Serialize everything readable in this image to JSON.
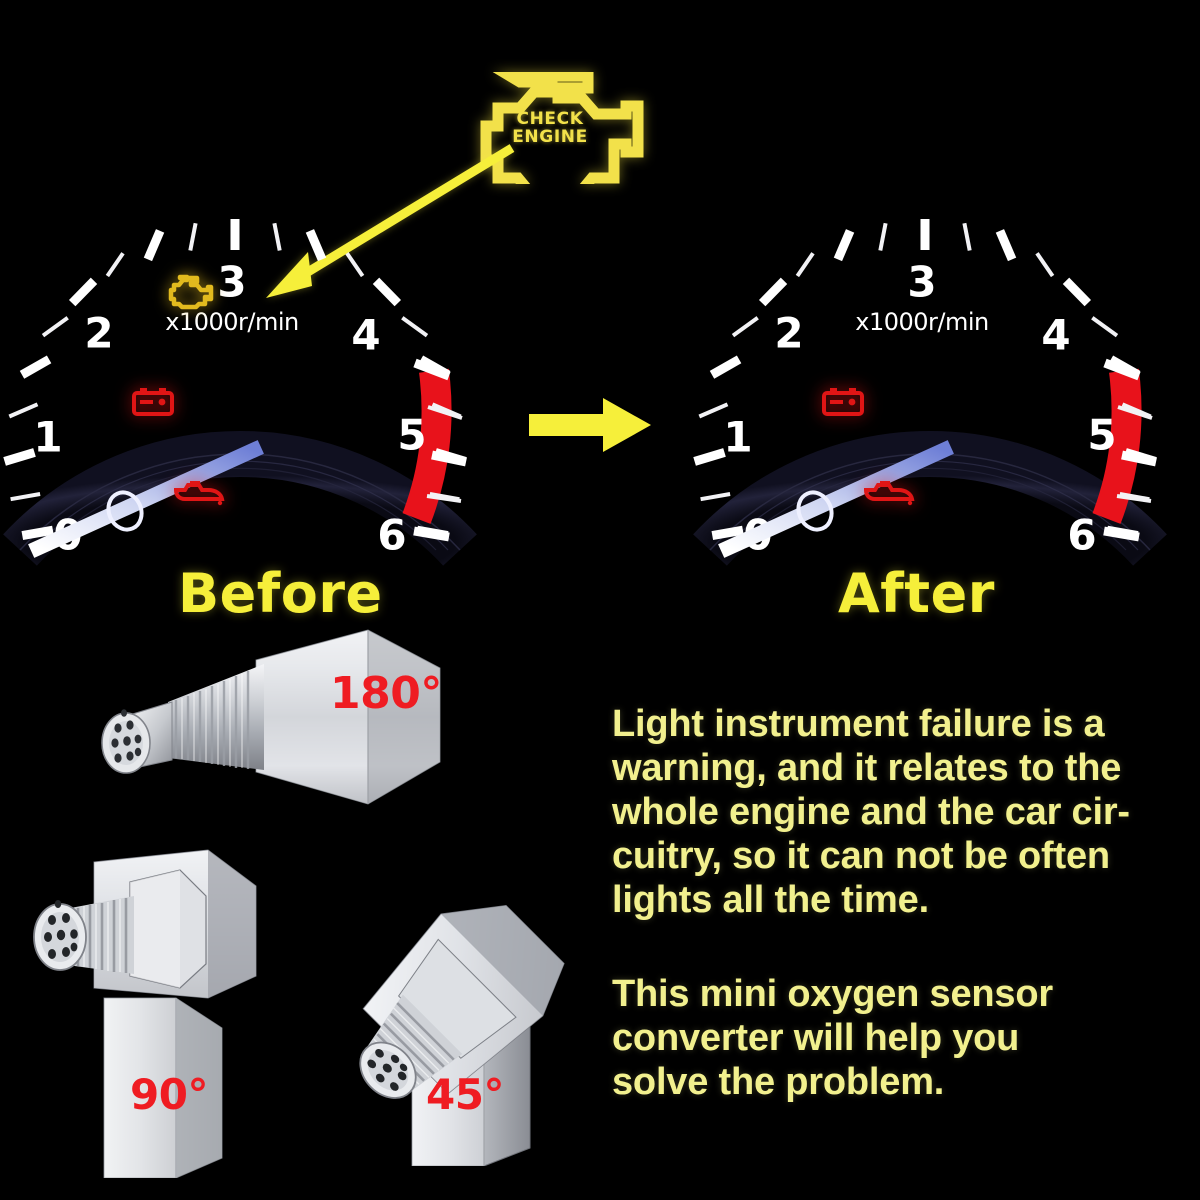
{
  "background_color": "#000000",
  "palette": {
    "yellow_bright": "#f6ef3a",
    "yellow_pale": "#f2f08e",
    "check_engine_yellow": "#f2e14a",
    "telltale_amber": "#e2ba1e",
    "telltale_red": "#e01515",
    "redline_red": "#e8121b",
    "degree_red": "#ef1c22",
    "tick_white": "#ffffff",
    "needle_white": "#ffffff",
    "needle_blue": "#6e7fd6"
  },
  "check_engine_badge": {
    "icon": "check-engine-icon",
    "line1": "CHECK",
    "line2": "ENGINE"
  },
  "arrows": {
    "diagonal": {
      "name": "pointer-arrow-to-telltale",
      "color": "#f6ef3a",
      "direction": "down-left"
    },
    "horizontal": {
      "name": "before-after-arrow",
      "color": "#f6ef3a",
      "direction": "right"
    }
  },
  "gauges": [
    {
      "id": "before",
      "caption": "Before",
      "unit_label": "x1000r/min",
      "tick_labels": [
        "0",
        "1",
        "2",
        "3",
        "4",
        "5",
        "6"
      ],
      "needle_value": 0,
      "redline_start": 5,
      "redline_end": 6.4,
      "telltales": [
        {
          "name": "check-engine-telltale",
          "label": "check engine",
          "color": "#e2ba1e",
          "lit": true
        },
        {
          "name": "battery-telltale",
          "label": "battery",
          "color": "#e01515",
          "lit": true
        },
        {
          "name": "oil-pressure-telltale",
          "label": "oil pressure",
          "color": "#e01515",
          "lit": true
        }
      ]
    },
    {
      "id": "after",
      "caption": "After",
      "unit_label": "x1000r/min",
      "tick_labels": [
        "0",
        "1",
        "2",
        "3",
        "4",
        "5",
        "6"
      ],
      "needle_value": 0,
      "redline_start": 5,
      "redline_end": 6.4,
      "telltales": [
        {
          "name": "check-engine-telltale",
          "label": "check engine",
          "color": "#e2ba1e",
          "lit": false
        },
        {
          "name": "battery-telltale",
          "label": "battery",
          "color": "#e01515",
          "lit": true
        },
        {
          "name": "oil-pressure-telltale",
          "label": "oil pressure",
          "color": "#e01515",
          "lit": true
        }
      ]
    }
  ],
  "products": [
    {
      "name": "oxygen-sensor-spacer-180",
      "angle_label": "180°",
      "style": "straight"
    },
    {
      "name": "oxygen-sensor-spacer-90",
      "angle_label": "90°",
      "style": "right-angle"
    },
    {
      "name": "oxygen-sensor-spacer-45",
      "angle_label": "45°",
      "style": "angled"
    }
  ],
  "copy": {
    "paragraph1_lines": [
      "Light instrument failure is a",
      "warning, and it relates to the",
      "whole engine and the car cir-",
      "cuitry, so it can not be often",
      "lights all the time."
    ],
    "paragraph2_lines": [
      "This mini oxygen sensor",
      "converter will help you",
      "solve the problem."
    ]
  }
}
